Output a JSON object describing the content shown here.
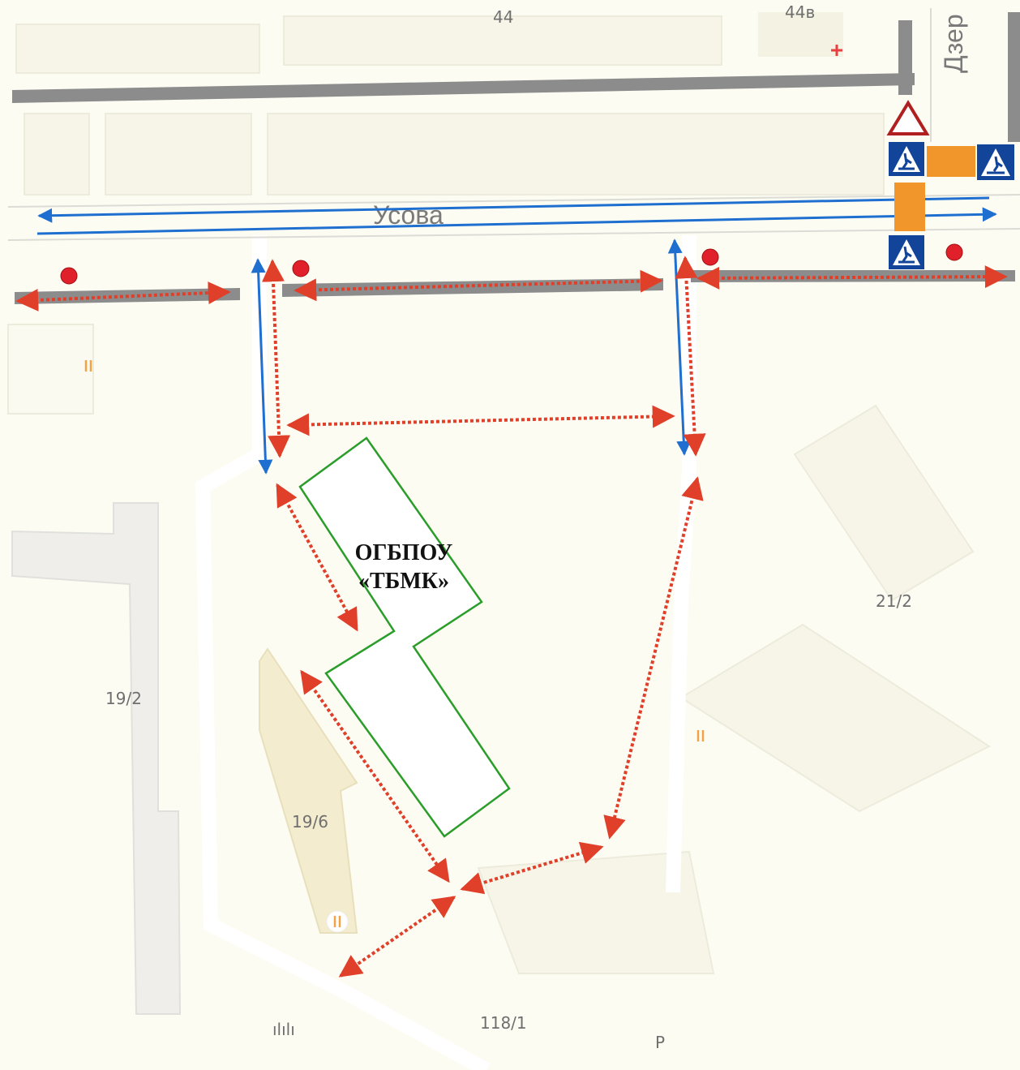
{
  "map": {
    "street_usova": "Усова",
    "street_dzer": "Дзер",
    "school_line1": "ОГБПОУ",
    "school_line2": "«ТБМК»",
    "label_44": "44",
    "label_44v": "44в",
    "label_19_2": "19/2",
    "label_19_6": "19/6",
    "label_21_2": "21/2",
    "label_118_1": "118/1",
    "label_parking": "P",
    "label_bars": "ılılı",
    "colors": {
      "road_gray": "#8a8a8a",
      "traffic_blue": "#1f6fd0",
      "pedestrian_red": "#e0402a",
      "stop_dot": "#e0202a",
      "school_outline": "#2a9d2a",
      "traffic_light": "#f0962a",
      "sign_blue": "#12449a"
    },
    "icons": [
      "restaurant-icon",
      "pharmacy-icon",
      "crosswalk-sign-icon",
      "yield-sign-icon",
      "traffic-light-icon",
      "bus-stop-icon"
    ]
  }
}
